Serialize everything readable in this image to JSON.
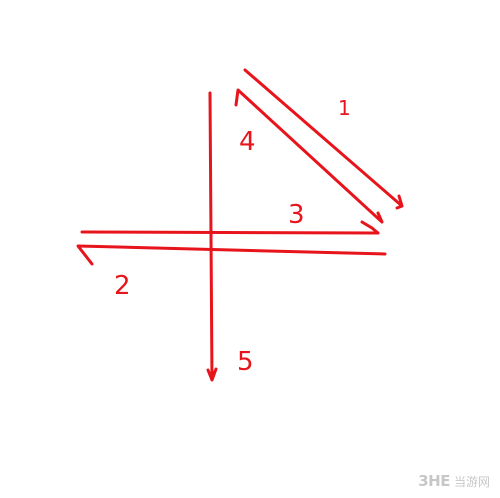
{
  "colors": {
    "stroke": "#e8141b",
    "watermark": "#9a9a9a"
  },
  "labels": {
    "one": "1",
    "two": "2",
    "three": "3",
    "four": "4",
    "five": "5"
  },
  "watermark": {
    "logo": "3HE",
    "text": "当游网"
  }
}
